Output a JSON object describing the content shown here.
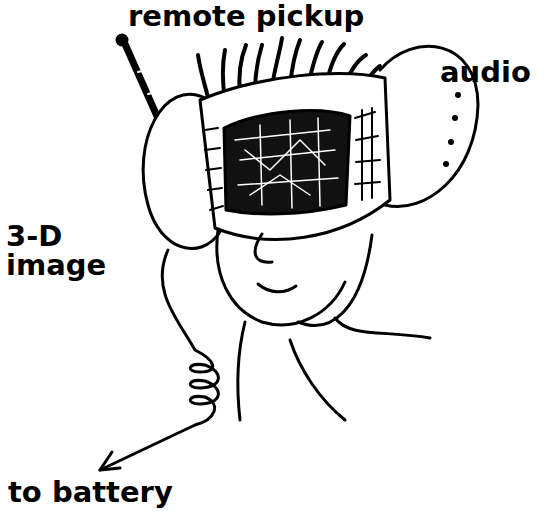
{
  "diagram": {
    "labels": [
      "remote pickup",
      "audio",
      "3-D image",
      "to battery"
    ]
  }
}
